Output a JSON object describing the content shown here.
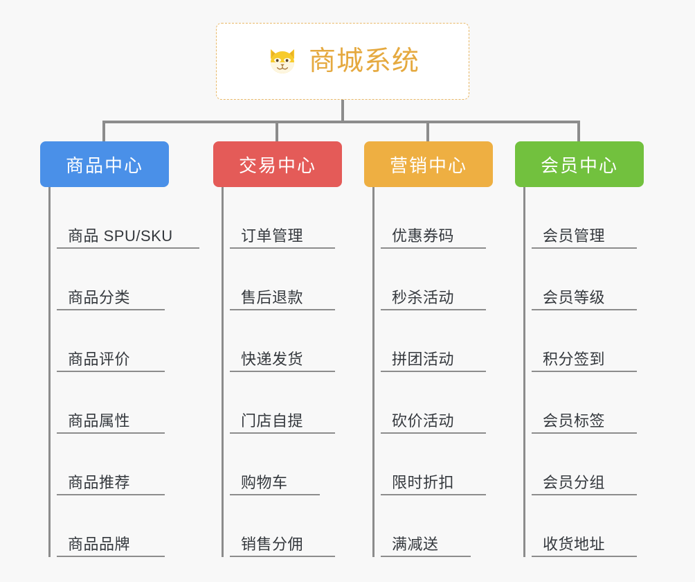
{
  "diagram": {
    "type": "org-chart",
    "background_color": "#f8f8f8",
    "connector_color": "#8c8c8c"
  },
  "root": {
    "title": "商城系统",
    "icon": "dog-face-emoji",
    "text_color": "#e5a93f",
    "border_color": "#e8b765",
    "background_color": "#ffffff"
  },
  "columns": [
    {
      "header": "商品中心",
      "color": "#4a90e8",
      "items": [
        "商品 SPU/SKU",
        "商品分类",
        "商品评价",
        "商品属性",
        "商品推荐",
        "商品品牌"
      ]
    },
    {
      "header": "交易中心",
      "color": "#e45b58",
      "items": [
        "订单管理",
        "售后退款",
        "快递发货",
        "门店自提",
        "购物车",
        "销售分佣"
      ]
    },
    {
      "header": "营销中心",
      "color": "#eeaf42",
      "items": [
        "优惠券码",
        "秒杀活动",
        "拼团活动",
        "砍价活动",
        "限时折扣",
        "满减送"
      ]
    },
    {
      "header": "会员中心",
      "color": "#72c13e",
      "items": [
        "会员管理",
        "会员等级",
        "积分签到",
        "会员标签",
        "会员分组",
        "收货地址"
      ]
    }
  ]
}
